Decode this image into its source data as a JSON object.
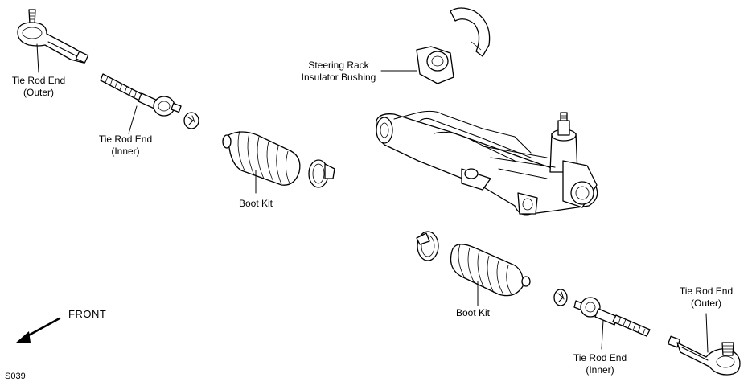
{
  "labels": {
    "tie_rod_end_outer_left": [
      "Tie Rod End",
      "(Outer)"
    ],
    "tie_rod_end_inner_left": [
      "Tie Rod End",
      "(Inner)"
    ],
    "boot_kit_left": "Boot Kit",
    "steering_rack_insulator_bushing": [
      "Steering Rack",
      "Insulator Bushing"
    ],
    "boot_kit_right": "Boot Kit",
    "tie_rod_end_outer_right": [
      "Tie Rod End",
      "(Outer)"
    ],
    "tie_rod_end_inner_right": [
      "Tie Rod End",
      "(Inner)"
    ]
  },
  "direction_label": "FRONT",
  "figure_code": "S039"
}
